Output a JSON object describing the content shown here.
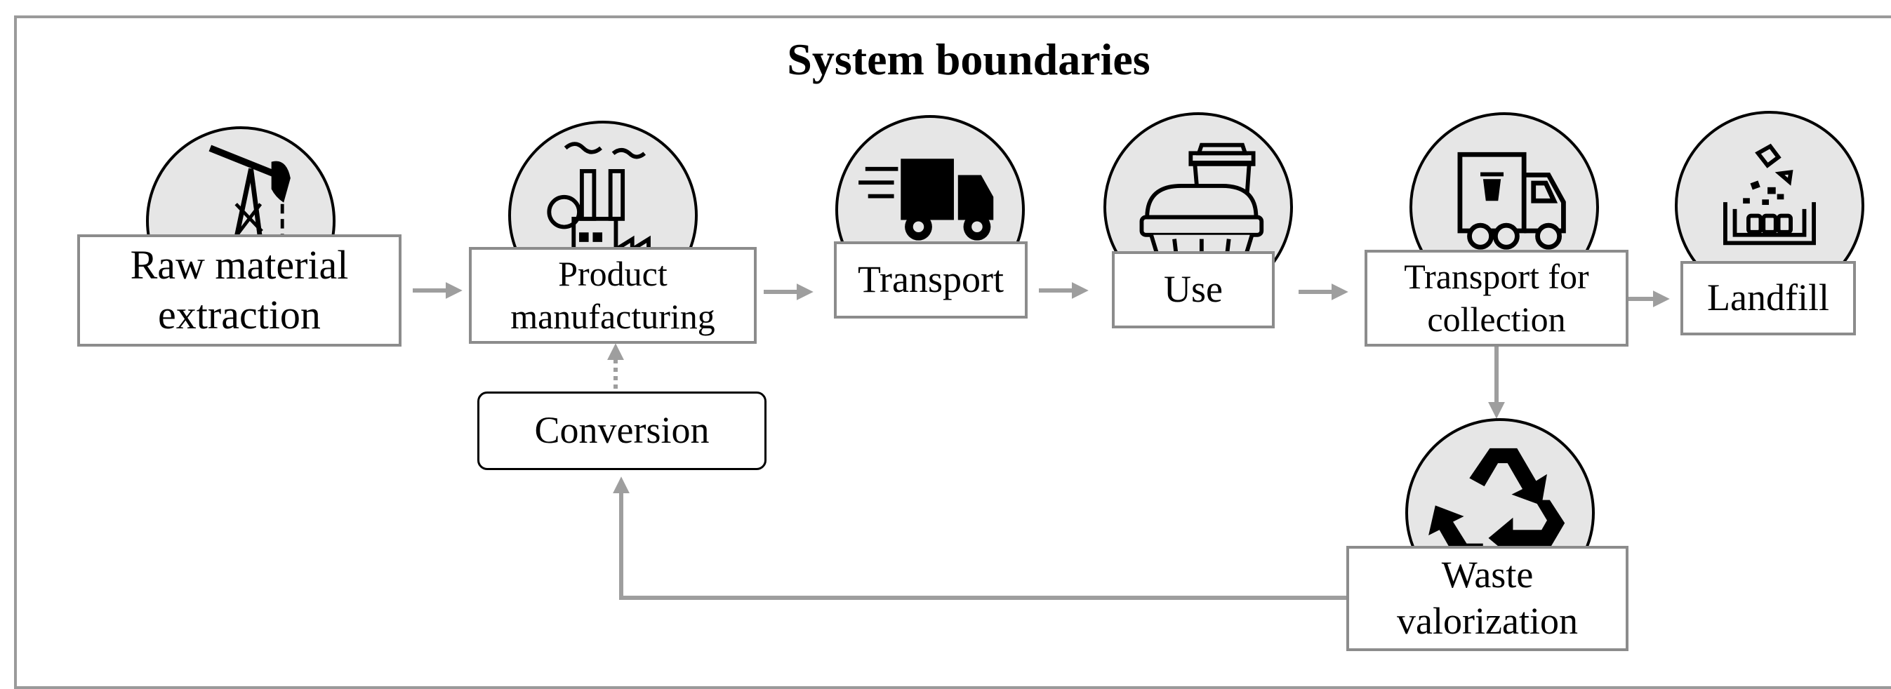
{
  "diagram": {
    "title": "System boundaries",
    "nodes": {
      "raw": {
        "label": "Raw material\nextraction",
        "icon": "oil-pump-icon"
      },
      "manufacturing": {
        "label": "Product\nmanufacturing",
        "icon": "factory-icon"
      },
      "transport": {
        "label": "Transport",
        "icon": "delivery-truck-icon"
      },
      "use": {
        "label": "Use",
        "icon": "food-container-icon"
      },
      "collection": {
        "label": "Transport for\ncollection",
        "icon": "garbage-truck-icon"
      },
      "landfill": {
        "label": "Landfill",
        "icon": "landfill-icon"
      },
      "conversion": {
        "label": "Conversion"
      },
      "valorization": {
        "label": "Waste\nvalorization",
        "icon": "recycle-icon"
      }
    },
    "colors": {
      "arrow": "#9e9e9e",
      "icon_background": "#e6e6e6",
      "box_border": "#8c8c8c"
    }
  }
}
